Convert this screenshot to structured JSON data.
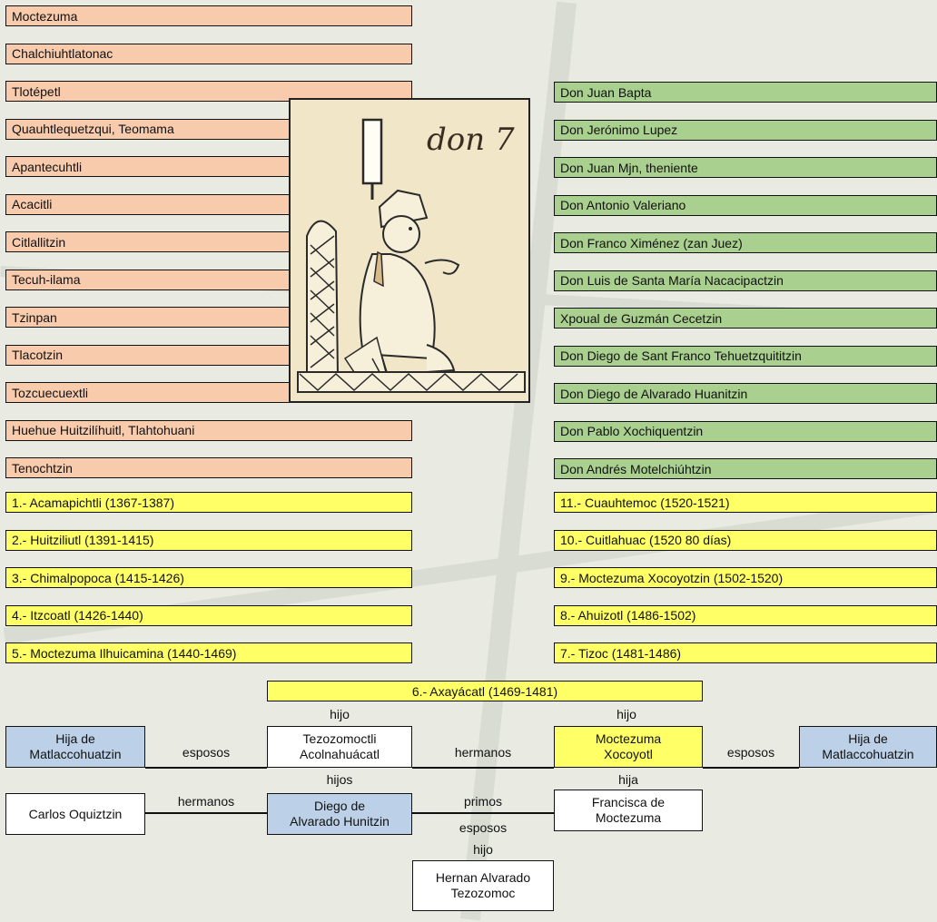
{
  "left_column": [
    "Moctezuma",
    "Chalchiuhtlatonac",
    "Tlotépetl",
    "Quauhtlequetzqui, Teomama",
    "Apantecuhtli",
    "Acacitli",
    "Citlallitzin",
    "Tecuh-ilama",
    "Tzinpan",
    "Tlacotzin",
    "Tozcuecuextli",
    "Huehue Huitzilíhuitl, Tlahtohuani",
    "Tenochtzin"
  ],
  "right_column": [
    "Don Juan Bapta",
    "Don Jerónimo Lupez",
    "Don Juan Mjn, theniente",
    "Don Antonio Valeriano",
    "Don Franco Ximénez (zan Juez)",
    "Don Luis de Santa María Nacacipactzin",
    "Xpoual de Guzmán Cecetzin",
    "Don Diego de Sant Franco Tehuetzquititzin",
    "Don Diego de Alvarado Huanitzin",
    "Don Pablo Xochiquentzin",
    "Don Andrés Motelchiúhtzin"
  ],
  "rulers_left": [
    "1.- Acamapichtli (1367-1387)",
    "2.- Huitziliutl (1391-1415)",
    "3.- Chimalpopoca (1415-1426)",
    "4.- Itzcoatl (1426-1440)",
    "5.- Moctezuma Ilhuicamina (1440-1469)"
  ],
  "rulers_right": [
    "11.- Cuauhtemoc (1520-1521)",
    "10.- Cuitlahuac (1520 80 días)",
    "9.- Moctezuma Xocoyotzin (1502-1520)",
    "8.- Ahuizotl (1486-1502)",
    "7.- Tizoc (1481-1486)"
  ],
  "ruler_center": "6.- Axayácatl (1469-1481)",
  "codex": {
    "inscription": "don 7"
  },
  "family": {
    "hija_left_1": "Hija de",
    "hija_left_2": "Matlaccohuatzin",
    "esposos_left": "esposos",
    "hijo_left": "hijo",
    "tezozomoctli_1": "Tezozomoctli",
    "tezozomoctli_2": "Acolnahuácatl",
    "hermanos_top": "hermanos",
    "hijo_right": "hijo",
    "moctezuma_1": "Moctezuma",
    "moctezuma_2": "Xocoyotl",
    "esposos_right": "esposos",
    "hija_right_1": "Hija de",
    "hija_right_2": "Matlaccohuatzin",
    "hijos": "hijos",
    "hija": "hija",
    "carlos": "Carlos Oquiztzin",
    "hermanos_bottom": "hermanos",
    "diego_1": "Diego de",
    "diego_2": "Alvarado Hunitzin",
    "primos": "primos",
    "esposos_mid": "esposos",
    "francisca_1": "Francisca de",
    "francisca_2": "Moctezuma",
    "hijo_bottom": "hijo",
    "hernan_1": "Hernan Alvarado",
    "hernan_2": "Tezozomoc"
  },
  "colors": {
    "salmon": "#f8cbad",
    "green": "#a9d08e",
    "yellow": "#ffff66",
    "blue": "#bcd0e8",
    "white": "#ffffff",
    "background": "#e9ebe3"
  }
}
